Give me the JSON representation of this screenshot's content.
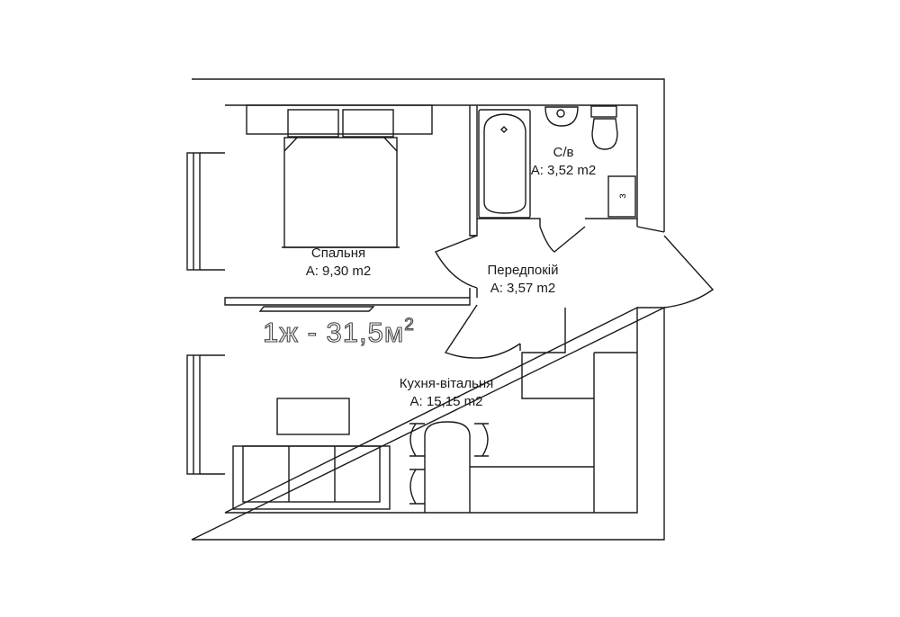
{
  "plan": {
    "title_main": "1ж - 31,5м",
    "title_sup": "2",
    "line_color": "#1a1a1a",
    "wall_fill": "#ffffff",
    "rooms": [
      {
        "id": "bedroom",
        "name": "Спальня",
        "area": "A: 9,30 m2"
      },
      {
        "id": "bathroom",
        "name": "С/в",
        "area": "A: 3,52 m2"
      },
      {
        "id": "hallway",
        "name": "Передпокій",
        "area": "A: 3,57 m2"
      },
      {
        "id": "kitchen",
        "name": "Кухня-вітальня",
        "area": "A: 15,15 m2"
      }
    ],
    "boiler_label": "з",
    "icons": [
      "double-bed-icon",
      "bathtub-icon",
      "sink-icon",
      "toilet-icon",
      "boiler-icon",
      "tv-icon",
      "sofa-icon",
      "table-icon",
      "chair-icon",
      "kitchen-counter-icon",
      "door-swing-icon",
      "window-icon"
    ]
  }
}
